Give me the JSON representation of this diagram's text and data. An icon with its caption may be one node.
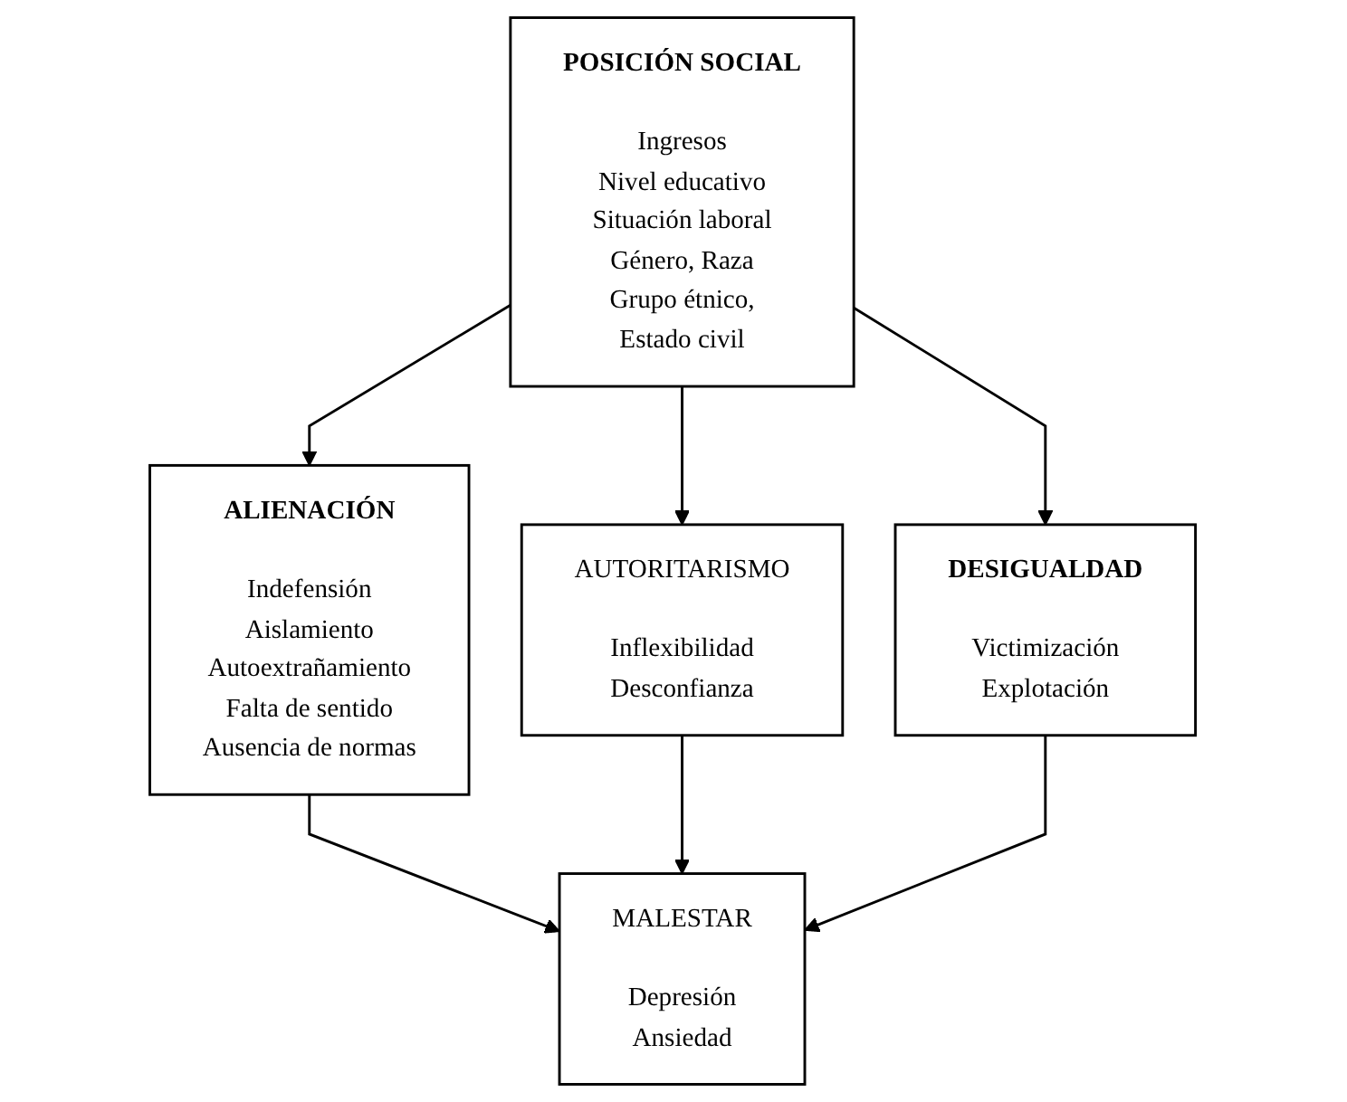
{
  "diagram": {
    "nodes": [
      {
        "text": [
          "POSICIÓN SOCIAL",
          "Ingresos",
          "Nivel educativo",
          "Situación laboral",
          "Género, Raza",
          "Grupo étnico,",
          "Estado civil"
        ]
      },
      {
        "text": [
          "ALIENACIÓN",
          "Indefensión",
          "Aislamiento",
          "Autoextrañamiento",
          "Falta de sentido",
          "Ausencia de normas"
        ]
      },
      {
        "text": [
          "AUTORITARISMO",
          "Inflexibilidad",
          "Desconfianza"
        ]
      },
      {
        "text": [
          "DESIGUALDAD",
          "Victimización",
          "Explotación"
        ]
      },
      {
        "text": [
          "MALESTAR",
          "Depresión",
          "Ansiedad"
        ]
      }
    ],
    "edges": [
      {
        "from": 0,
        "to": 1,
        "arrow": "to"
      },
      {
        "from": 0,
        "to": 2,
        "arrow": "to"
      },
      {
        "from": 0,
        "to": 3,
        "arrow": "to"
      },
      {
        "from": 1,
        "to": 4,
        "arrow": "to"
      },
      {
        "from": 2,
        "to": 4,
        "arrow": "to"
      },
      {
        "from": 3,
        "to": 4,
        "arrow": "to"
      }
    ]
  }
}
